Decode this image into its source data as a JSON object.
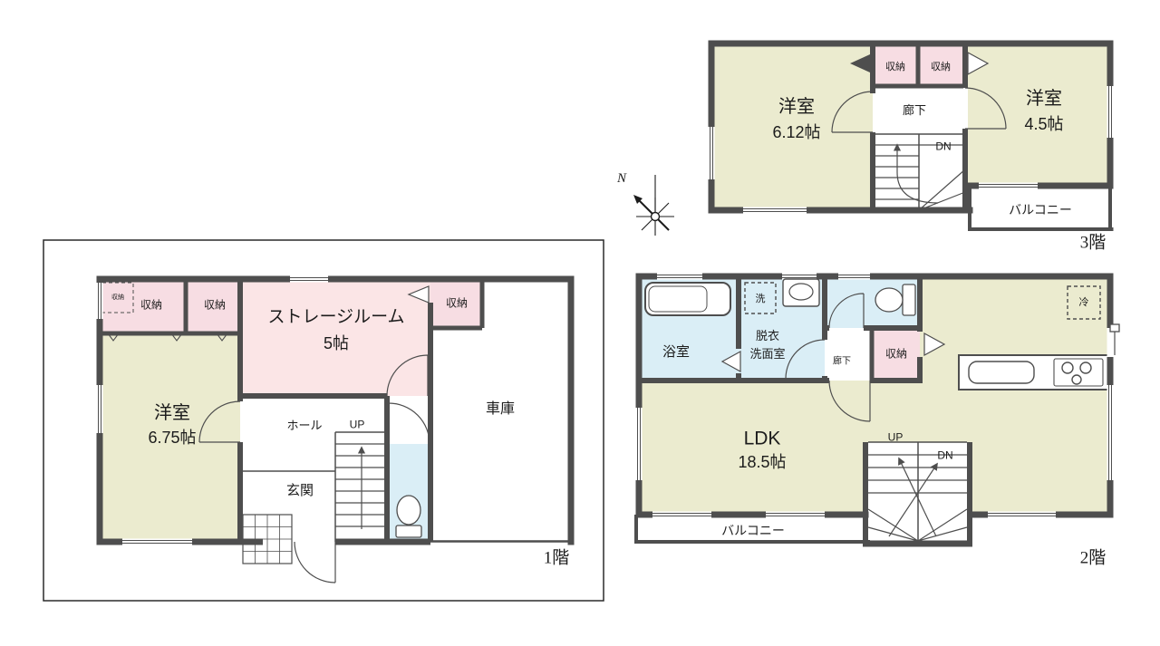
{
  "compass": {
    "north_label": "N"
  },
  "colors": {
    "wall": "#4e4e4e",
    "room_tatami": "#ebebcf",
    "room_storage_pink": "#fbe5e6",
    "room_closet_pink": "#f7dde3",
    "room_wet_blue": "#daeef6",
    "outline": "#2a2a2a"
  },
  "floor1": {
    "floor_label": "1階",
    "rooms": {
      "western": {
        "name": "洋室",
        "size": "6.75帖"
      },
      "storage": {
        "name": "ストレージルーム",
        "size": "5帖"
      },
      "garage": {
        "name": "車庫"
      },
      "hall": {
        "name": "ホール"
      },
      "entrance": {
        "name": "玄関"
      }
    },
    "labels": {
      "up": "UP",
      "closet_a": "収納",
      "closet_b": "収納",
      "closet_c": "収納",
      "closet_tiny": "収納"
    }
  },
  "floor2": {
    "floor_label": "2階",
    "rooms": {
      "ldk": {
        "name": "LDK",
        "size": "18.5帖"
      },
      "bathroom": {
        "name": "浴室"
      },
      "washroom": {
        "line1": "脱衣",
        "line2": "洗面室"
      },
      "hallway": {
        "name": "廊下"
      },
      "closet": {
        "name": "収納"
      },
      "balcony": {
        "name": "バルコニー"
      }
    },
    "labels": {
      "up": "UP",
      "dn": "DN",
      "washer": "洗",
      "fridge": "冷"
    }
  },
  "floor3": {
    "floor_label": "3階",
    "rooms": {
      "western_a": {
        "name": "洋室",
        "size": "6.12帖"
      },
      "western_b": {
        "name": "洋室",
        "size": "4.5帖"
      },
      "hallway": {
        "name": "廊下"
      },
      "balcony": {
        "name": "バルコニー"
      }
    },
    "labels": {
      "dn": "DN",
      "closet_a": "収納",
      "closet_b": "収納"
    }
  }
}
